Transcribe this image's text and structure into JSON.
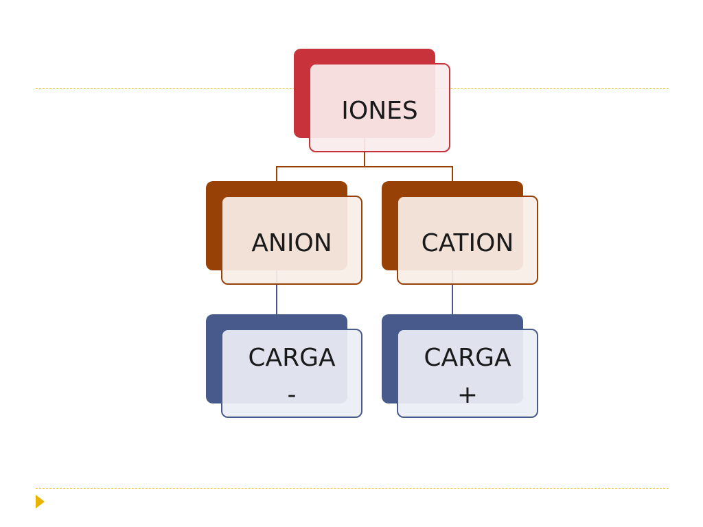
{
  "diagram": {
    "root": {
      "label": "IONES"
    },
    "left": {
      "label": "ANION"
    },
    "right": {
      "label": "CATION"
    },
    "left_child": {
      "label": "CARGA\n-"
    },
    "right_child": {
      "label": "CARGA\n+"
    }
  },
  "colors": {
    "root": "#c8323a",
    "level2": "#974107",
    "level3": "#485a8c",
    "accent_line": "#e8b400"
  }
}
